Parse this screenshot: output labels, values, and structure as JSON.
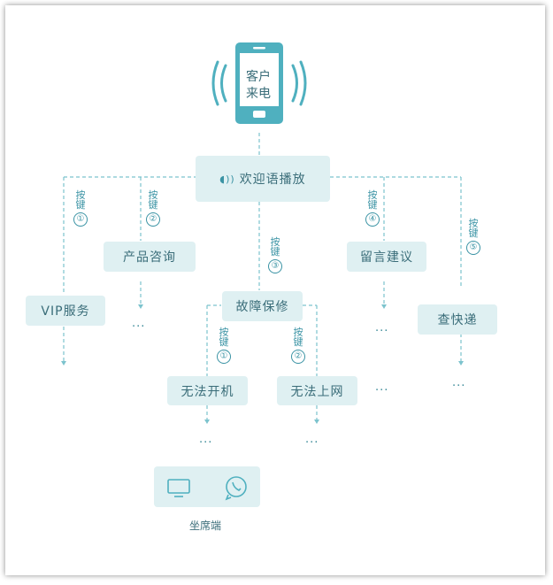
{
  "phone": {
    "line1": "客户",
    "line2": "来电"
  },
  "welcome": "欢迎语播放",
  "press": {
    "c1": "按",
    "c2": "键"
  },
  "branches": {
    "k1": "①",
    "k2": "②",
    "k3": "③",
    "k4": "④",
    "k5": "⑤"
  },
  "nodes": {
    "vip": "VIP服务",
    "product": "产品咨询",
    "fault": "故障保修",
    "feedback": "留言建议",
    "express": "查快递",
    "no_boot": "无法开机",
    "no_net": "无法上网"
  },
  "ellipsis": "...",
  "agent": {
    "caption": "坐席端",
    "icon_left": "monitor-icon",
    "icon_right": "whatsapp-phone-icon"
  },
  "colors": {
    "accent": "#4fb0bf",
    "box": "#dff0f2",
    "text": "#3a6d79",
    "line": "#7cc3cd"
  }
}
